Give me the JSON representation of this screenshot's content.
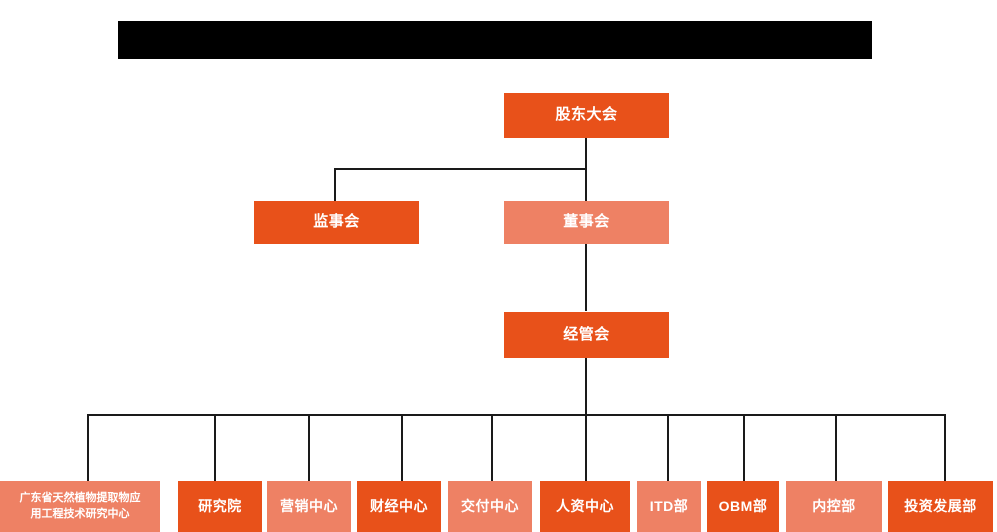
{
  "page": {
    "title_bar": {
      "name": "redacted-title-bar",
      "text": "",
      "redacted": true
    },
    "background_color": "#FFFFFF"
  },
  "colors": {
    "accent_dark": "#E8511A",
    "accent_light": "#EE8164",
    "connector": "#1A1A1A",
    "text_on_box": "#FFFFFF",
    "redaction": "#000000"
  },
  "chart_data": {
    "type": "diagram",
    "diagram_type": "organization-chart",
    "title": "",
    "orientation": "top-down",
    "levels": [
      {
        "level": 1,
        "nodes": [
          {
            "id": "shareholders",
            "label": "股东大会",
            "tone": "dark"
          }
        ]
      },
      {
        "level": 2,
        "nodes": [
          {
            "id": "supervisors",
            "label": "监事会",
            "tone": "dark"
          },
          {
            "id": "directors",
            "label": "董事会",
            "tone": "light"
          }
        ]
      },
      {
        "level": 3,
        "nodes": [
          {
            "id": "management",
            "label": "经管会",
            "tone": "dark"
          }
        ]
      },
      {
        "level": 4,
        "nodes": [
          {
            "id": "research-center",
            "label": "广东省天然植物提取物应用工程技术研究中心",
            "label_line1": "广东省天然植物提取物应",
            "label_line2": "用工程技术研究中心",
            "tone": "light"
          },
          {
            "id": "institute",
            "label": "研究院",
            "tone": "dark"
          },
          {
            "id": "marketing-center",
            "label": "营销中心",
            "tone": "light"
          },
          {
            "id": "finance-center",
            "label": "财经中心",
            "tone": "dark"
          },
          {
            "id": "delivery-center",
            "label": "交付中心",
            "tone": "light"
          },
          {
            "id": "hr-center",
            "label": "人资中心",
            "tone": "dark"
          },
          {
            "id": "itd-department",
            "label": "ITD部",
            "tone": "light"
          },
          {
            "id": "obm-department",
            "label": "OBM部",
            "tone": "dark"
          },
          {
            "id": "internal-control-department",
            "label": "内控部",
            "tone": "light"
          },
          {
            "id": "investment-development-department",
            "label": "投资发展部",
            "tone": "dark"
          }
        ]
      }
    ],
    "edges": [
      {
        "from": "shareholders",
        "to": "supervisors"
      },
      {
        "from": "shareholders",
        "to": "directors"
      },
      {
        "from": "directors",
        "to": "management"
      },
      {
        "from": "management",
        "to": "research-center"
      },
      {
        "from": "management",
        "to": "institute"
      },
      {
        "from": "management",
        "to": "marketing-center"
      },
      {
        "from": "management",
        "to": "finance-center"
      },
      {
        "from": "management",
        "to": "delivery-center"
      },
      {
        "from": "management",
        "to": "hr-center"
      },
      {
        "from": "management",
        "to": "itd-department"
      },
      {
        "from": "management",
        "to": "obm-department"
      },
      {
        "from": "management",
        "to": "internal-control-department"
      },
      {
        "from": "management",
        "to": "investment-development-department"
      }
    ]
  }
}
